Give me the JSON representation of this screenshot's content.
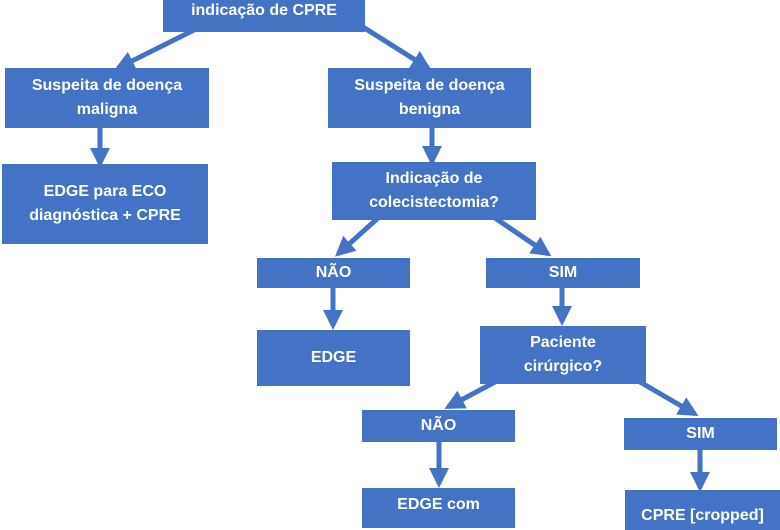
{
  "nodes": {
    "root": {
      "lines": [
        "indicação de CPRE"
      ]
    },
    "malignant": {
      "lines": [
        "Suspeita de doença",
        "maligna"
      ]
    },
    "benign": {
      "lines": [
        "Suspeita de doença",
        "benigna"
      ]
    },
    "edge_eco": {
      "lines": [
        "EDGE para ECO",
        "diagnóstica + CPRE"
      ]
    },
    "chole": {
      "lines": [
        "Indicação de",
        "colecistectomia?"
      ]
    },
    "nao1": {
      "lines": [
        "NÃO"
      ]
    },
    "sim1": {
      "lines": [
        "SIM"
      ]
    },
    "edge": {
      "lines": [
        "EDGE"
      ]
    },
    "surgical": {
      "lines": [
        "Paciente",
        "cirúrgico?"
      ]
    },
    "nao2": {
      "lines": [
        "NÃO"
      ]
    },
    "sim2": {
      "lines": [
        "SIM"
      ]
    },
    "edge_com": {
      "lines": [
        "EDGE com"
      ]
    },
    "cpre_partial": {
      "lines": [
        "CPRE [cropped]"
      ]
    }
  },
  "colors": {
    "box": "#4472c4",
    "text": "#ffffff",
    "arrow": "#4472c4"
  }
}
